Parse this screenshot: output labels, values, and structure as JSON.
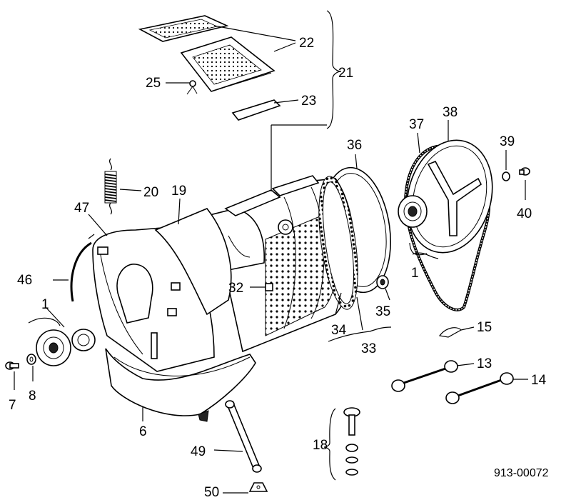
{
  "diagram": {
    "drawing_number": "913-00072",
    "callouts": {
      "p1a": "1",
      "p1b": "1",
      "p6": "6",
      "p7": "7",
      "p8": "8",
      "p13": "13",
      "p14": "14",
      "p15": "15",
      "p18": "18",
      "p19": "19",
      "p20": "20",
      "p21": "21",
      "p22": "22",
      "p23": "23",
      "p25": "25",
      "p32": "32",
      "p33": "33",
      "p34": "34",
      "p35": "35",
      "p36": "36",
      "p37": "37",
      "p38": "38",
      "p39": "39",
      "p40": "40",
      "p46": "46",
      "p47": "47",
      "p49": "49",
      "p50": "50"
    }
  }
}
